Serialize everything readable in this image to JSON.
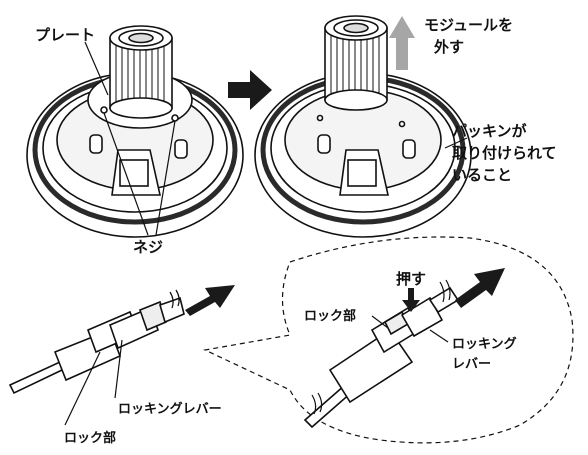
{
  "labels": {
    "plate": "プレート",
    "remove_module": [
      "モジュールを",
      "外す"
    ],
    "packing": [
      "パッキンが",
      "取り付けられて",
      "いること"
    ],
    "screws": "ネジ",
    "push": "押す",
    "lock_part_zoom": "ロック部",
    "locking_lever_zoom": [
      "ロッキング",
      "レバー"
    ],
    "locking_lever": "ロッキングレバー",
    "lock_part": "ロック部"
  },
  "colors": {
    "line": "#111111",
    "arrow": "#1a1a1a",
    "up_arrow": "#a6a6a6",
    "gasket": "#2a2a2a",
    "fill": "#ffffff"
  }
}
